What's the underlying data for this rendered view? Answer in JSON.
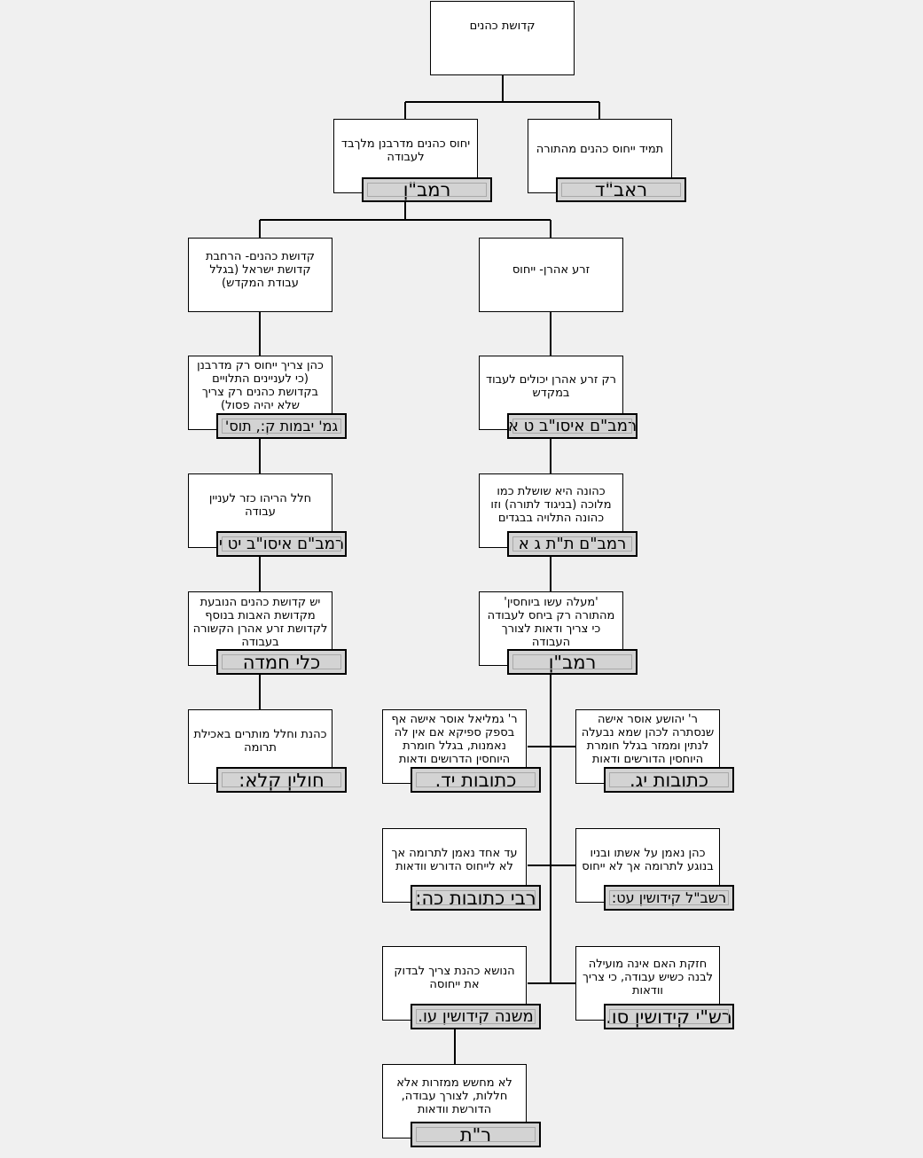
{
  "nodes": {
    "root": "קדושת כהנים",
    "torah_lineage": "תמיד ייחוס כהנים מהתורה",
    "rabbinic_lineage": "יחוס כהנים מדרבנן מלךבד לעבודה",
    "seed_aaron": "זרע אהרן- ייחוס",
    "expansion": "קדושת כהנים- הרחבת קדושת ישראל (בגלל עבודת המקדש)",
    "only_seed_aaron": "רק זרע אהרן יכולים לעבוד במקדש",
    "rabbinic_only": "כהן צריך ייחוס רק מדרבנן (כי לעניינים התלויים בקדושת כהנים רק צריך שלא יהיה פסול)",
    "dynasty": "כהונה היא שושלת כמו מלוכה (בניגוד לתורה) וזו כהונה התלויה בבגדים",
    "chalal": "חלל הריהו כזר לעניין עבודה",
    "elevation": "'מעלה עשו ביוחסין' מהתורה רק ביחס לעבודה כי צריך ודאות לצורך העבודה",
    "fathers": "יש קדושת כהנים הנובעת מקדושת האבות בנוסף לקדושת זרע אהרן הקשורה בעבודה",
    "r_yehoshua": "ר' יהושע אוסר אישה שנסתרה לכהן שמא נבעלה לנתין וממזר בגלל חומרת היוחסין הדורשים ודאות",
    "r_gamliel": "ר' גמליאל אוסר אישה אף בספק ספיקא אם אין לה נאמנות, בגלל חומרת היוחסין הדרושים ודאות",
    "teruma_chalal": "כהנת וחלל מותרים באכילת תרומה",
    "trust_wife": "כהן נאמן על אשתו ובניו בנוגע לתרומה אך לא ייחוס",
    "single_witness": "עד אחד נאמן לתרומה אך לא לייחוס הדורש וודאות",
    "chazaka": "חזקת האם אינה מועילה לבנה כשיש עבודה, כי צריך וודאות",
    "marry_kohenet": "הנושא כהנת צריך לבדוק את ייחוסה",
    "no_worry": "לא מחשש ממזרות אלא חללות, לצורך עבודה, הדורשת וודאות"
  },
  "sources": {
    "raavad": "ראב\"ד",
    "ramban_1": "רמב\"ן",
    "rambam_issurei_biah_ta": "רמב\"ם איסו\"ב ט א",
    "yevamot_tosafot": "גמ' יבמות ק:, תוס'",
    "rambam_klei_mikdash": "רמב\"ם ת\"ת ג א",
    "rambam_issurei_biah_yt": "רמב\"ם איסו\"ב יט י",
    "ramban_2": "רמב\"ן",
    "kli_chemda": "כלי חמדה",
    "ketubot_yg": "כתובות יג.",
    "ketubot_yd": "כתובות יד.",
    "chullin": "חולין קלא:",
    "rashba_kiddushin": "רשב\"ל קידושין עט:",
    "rabbi_ketubot": "רבי כתובות כה:",
    "rashi_kiddushin": "רש\"י קידושין סו.",
    "mishna_kiddushin": "משנה קידושין עו.",
    "rat": "ר\"ת"
  }
}
